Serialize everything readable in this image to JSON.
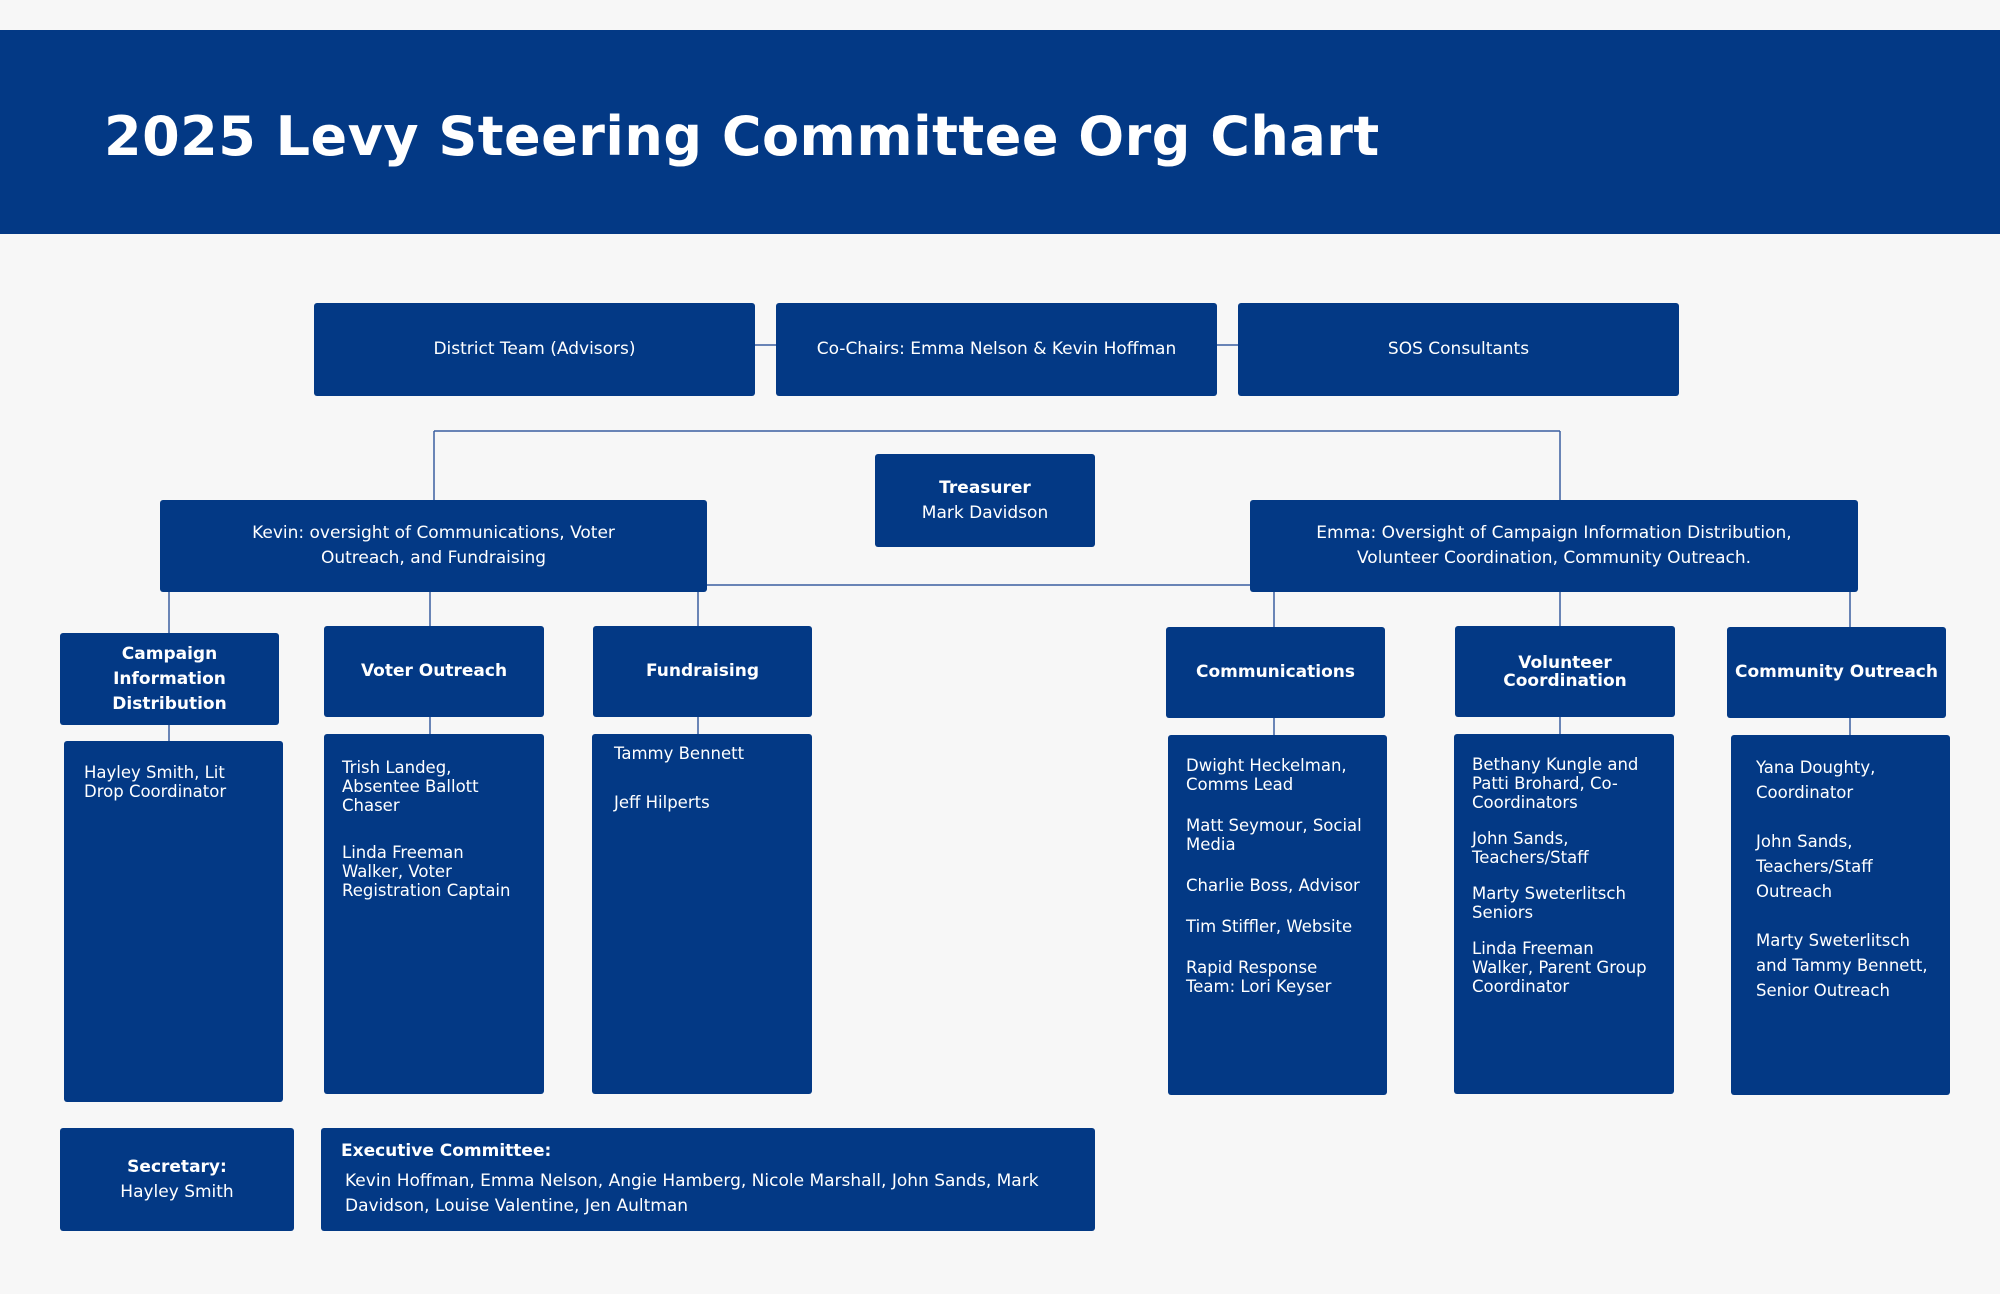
{
  "header": {
    "title": "2025 Levy Steering Committee Org Chart"
  },
  "top_row": {
    "district_team": "District Team (Advisors)",
    "co_chairs": "Co-Chairs: Emma Nelson & Kevin Hoffman",
    "sos": "SOS Consultants"
  },
  "treasurer": {
    "role": "Treasurer",
    "name": "Mark Davidson"
  },
  "kevin": {
    "text": "Kevin: oversight of Communications, Voter Outreach, and Fundraising"
  },
  "emma": {
    "text": "Emma: Oversight of Campaign Information Distribution, Volunteer Coordination, Community Outreach."
  },
  "teams": {
    "campaign_info": {
      "title": "Campaign Information Distribution",
      "members": [
        "Hayley Smith, Lit Drop Coordinator"
      ]
    },
    "voter_outreach": {
      "title": "Voter Outreach",
      "members": [
        "Trish Landeg, Absentee Ballott Chaser",
        "Linda Freeman Walker, Voter Registration Captain"
      ]
    },
    "fundraising": {
      "title": "Fundraising",
      "members": [
        "Tammy Bennett",
        "Jeff Hilperts"
      ]
    },
    "communications": {
      "title": "Communications",
      "members": [
        "Dwight Heckelman, Comms Lead",
        "Matt Seymour, Social Media",
        "Charlie Boss, Advisor",
        "Tim Stiffler, Website",
        "Rapid Response Team: Lori Keyser"
      ]
    },
    "volunteer": {
      "title": "Volunteer Coordination",
      "members": [
        "Bethany Kungle and Patti Brohard, Co-Coordinators",
        "John Sands, Teachers/Staff",
        "Marty Sweterlitsch Seniors",
        "Linda Freeman Walker, Parent Group Coordinator"
      ]
    },
    "community": {
      "title": "Community Outreach",
      "members": [
        "Yana Doughty, Coordinator",
        "John Sands, Teachers/Staff Outreach",
        "Marty Sweterlitsch and Tammy Bennett, Senior Outreach"
      ]
    }
  },
  "secretary": {
    "role": "Secretary:",
    "name": "Hayley Smith"
  },
  "executive": {
    "title": "Executive Committee:",
    "members": "Kevin Hoffman, Emma Nelson, Angie Hamberg, Nicole Marshall, John Sands, Mark Davidson, Louise Valentine, Jen Aultman"
  },
  "colors": {
    "box": "#033985",
    "background": "#f7f7f7",
    "line": "#3a5fa0",
    "text": "#ffffff"
  }
}
